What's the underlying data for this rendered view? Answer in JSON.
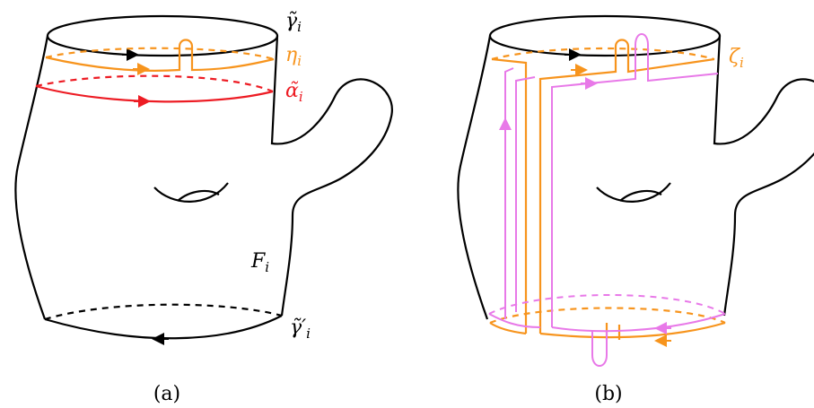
{
  "panels": [
    {
      "caption": "(a)",
      "labels": {
        "gamma": "γ̃",
        "gamma_sub": "i",
        "eta": "η",
        "eta_sub": "i",
        "alpha": "α̃",
        "alpha_sub": "i",
        "F": "F",
        "F_sub": "i",
        "gamma_prime": "γ̃′",
        "gamma_prime_sub": "i"
      }
    },
    {
      "caption": "(b)",
      "labels": {
        "zeta": "ζ",
        "zeta_sub": "i"
      }
    }
  ],
  "colors": {
    "surface": "#000000",
    "orange": "#f7941d",
    "red": "#ed1c24",
    "pink": "#e879e8"
  }
}
